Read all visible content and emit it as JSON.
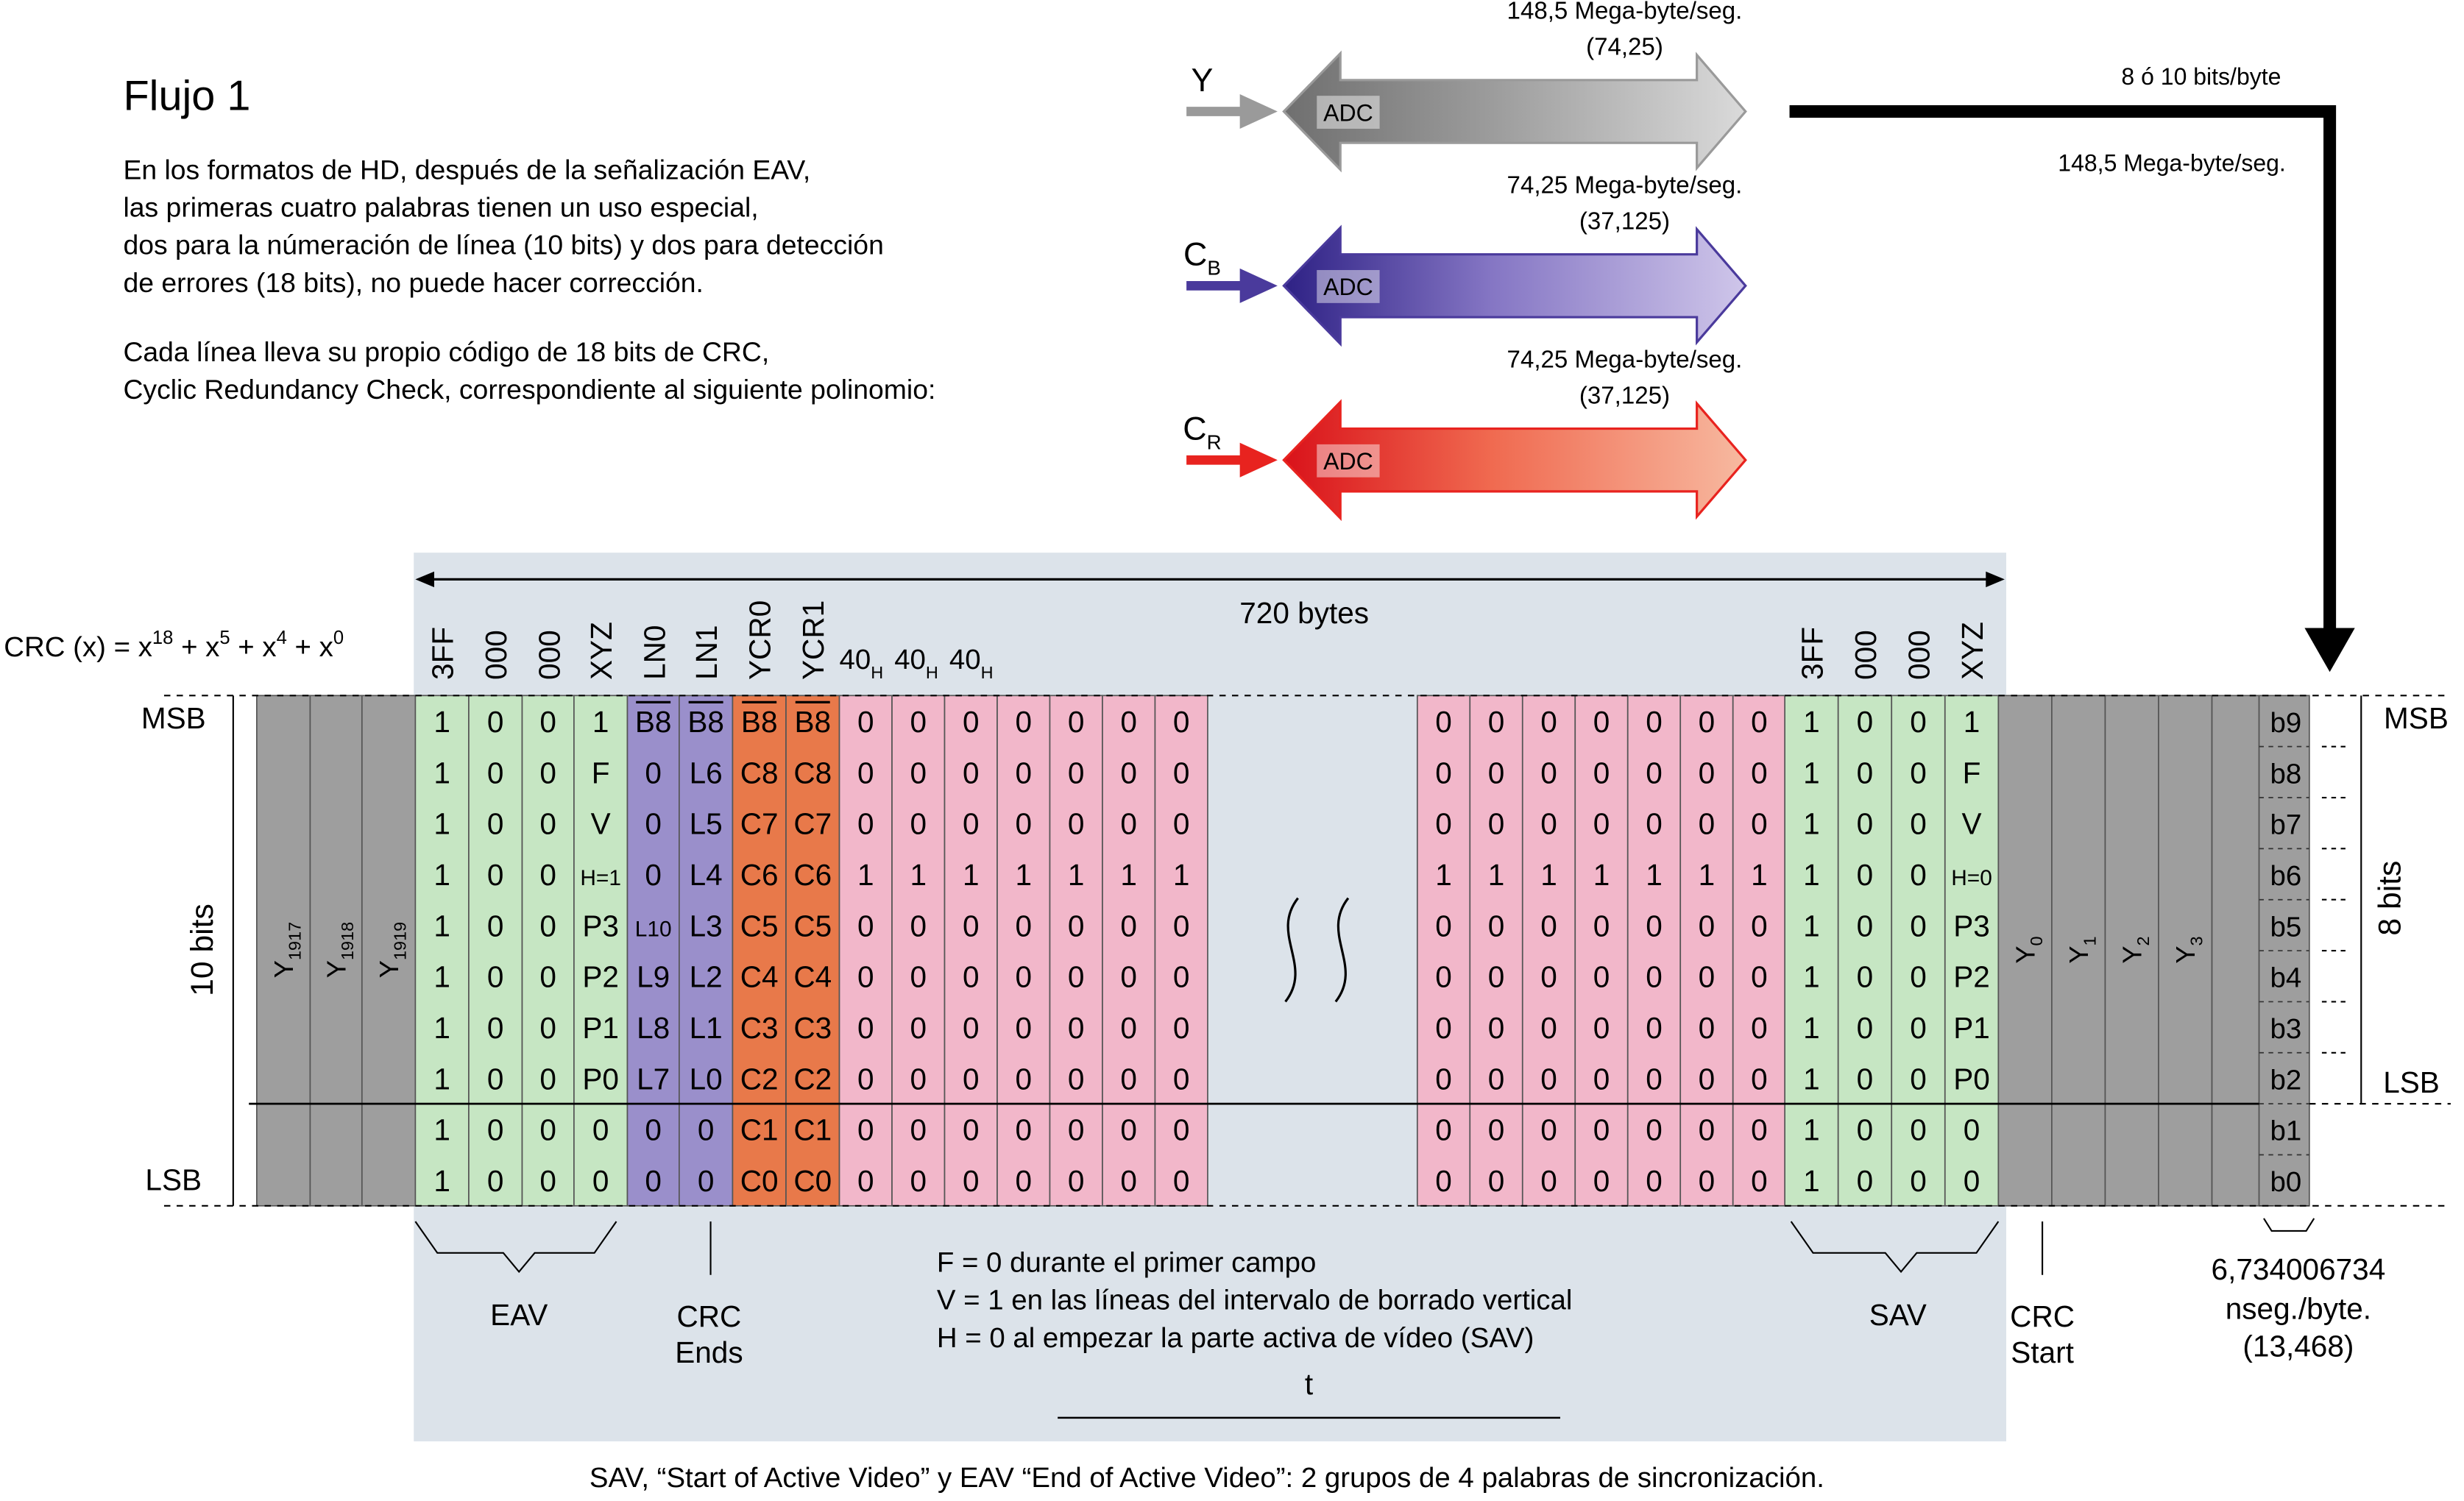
{
  "title": "Flujo 1",
  "intro": [
    "En los formatos de HD, después de la señalización EAV,",
    "las primeras cuatro palabras tienen un uso especial,",
    "dos para la númeración de línea (10 bits) y dos para detección",
    "de errores (18 bits), no puede hacer corrección.",
    "Cada línea lleva su propio código de 18 bits de CRC,",
    "Cyclic Redundancy Check, correspondiente al siguiente polinomio:"
  ],
  "crc_formula": {
    "lhs": "CRC (x) = x",
    "exp18": "18",
    "p1": " + x",
    "exp5": "5",
    "p2": " + x",
    "exp4": "4",
    "p3": " + x",
    "exp0": "0"
  },
  "channels": [
    {
      "label": "Y",
      "sub": "",
      "adc": "ADC",
      "rate": "148,5 Mega-byte/seg.",
      "rate_alt": "(74,25)",
      "color": "#9a9a9a"
    },
    {
      "label": "C",
      "sub": "B",
      "adc": "ADC",
      "rate": "74,25 Mega-byte/seg.",
      "rate_alt": "(37,125)",
      "color": "#4a3a9c"
    },
    {
      "label": "C",
      "sub": "R",
      "adc": "ADC",
      "rate": "74,25 Mega-byte/seg.",
      "rate_alt": "(37,125)",
      "color": "#e8231f"
    }
  ],
  "output": {
    "bits_per_byte": "8 ó 10 bits/byte",
    "rate": "148,5 Mega-byte/seg."
  },
  "width_label": "720 bytes",
  "left_headers": [
    "3FF",
    "000",
    "000",
    "XYZ",
    "LN0",
    "LN1",
    "YCR0",
    "YCR1"
  ],
  "hex40": {
    "base": "40",
    "sub": "H"
  },
  "right_headers": [
    "3FF",
    "000",
    "000",
    "XYZ"
  ],
  "msb": "MSB",
  "lsb": "LSB",
  "ten_bits": "10 bits",
  "eight_bits": "8 bits",
  "y_left": [
    {
      "base": "Y",
      "sub": "1917"
    },
    {
      "base": "Y",
      "sub": "1918"
    },
    {
      "base": "Y",
      "sub": "1919"
    }
  ],
  "y_right": [
    {
      "base": "Y",
      "sub": "0"
    },
    {
      "base": "Y",
      "sub": "1"
    },
    {
      "base": "Y",
      "sub": "2"
    },
    {
      "base": "Y",
      "sub": "3"
    }
  ],
  "bit_labels": [
    "b9",
    "b8",
    "b7",
    "b6",
    "b5",
    "b4",
    "b3",
    "b2",
    "b1",
    "b0"
  ],
  "columns": {
    "eav": [
      [
        "1",
        "1",
        "1",
        "1",
        "1",
        "1",
        "1",
        "1",
        "1",
        "1"
      ],
      [
        "0",
        "0",
        "0",
        "0",
        "0",
        "0",
        "0",
        "0",
        "0",
        "0"
      ],
      [
        "0",
        "0",
        "0",
        "0",
        "0",
        "0",
        "0",
        "0",
        "0",
        "0"
      ],
      [
        "1",
        "F",
        "V",
        "H=1",
        "P3",
        "P2",
        "P1",
        "P0",
        "0",
        "0"
      ]
    ],
    "ln": [
      [
        "B8",
        "0",
        "0",
        "0",
        "L10",
        "L9",
        "L8",
        "L7",
        "0",
        "0"
      ],
      [
        "B8",
        "L6",
        "L5",
        "L4",
        "L3",
        "L2",
        "L1",
        "L0",
        "0",
        "0"
      ]
    ],
    "crc": [
      [
        "B8",
        "C8",
        "C7",
        "C6",
        "C5",
        "C4",
        "C3",
        "C2",
        "C1",
        "C0"
      ],
      [
        "B8",
        "C8",
        "C7",
        "C6",
        "C5",
        "C4",
        "C3",
        "C2",
        "C1",
        "C0"
      ]
    ],
    "anc_pattern": [
      "0",
      "0",
      "0",
      "1",
      "0",
      "0",
      "0",
      "0",
      "0",
      "0"
    ],
    "sav": [
      [
        "1",
        "1",
        "1",
        "1",
        "1",
        "1",
        "1",
        "1",
        "1",
        "1"
      ],
      [
        "0",
        "0",
        "0",
        "0",
        "0",
        "0",
        "0",
        "0",
        "0",
        "0"
      ],
      [
        "0",
        "0",
        "0",
        "0",
        "0",
        "0",
        "0",
        "0",
        "0",
        "0"
      ],
      [
        "1",
        "F",
        "V",
        "H=0",
        "P3",
        "P2",
        "P1",
        "P0",
        "0",
        "0"
      ]
    ]
  },
  "labels_below": {
    "eav": "EAV",
    "crc_ends": [
      "CRC",
      "Ends"
    ],
    "sav": "SAV",
    "crc_start": [
      "CRC",
      "Start"
    ]
  },
  "notes": [
    "F = 0 durante el primer campo",
    "V = 1 en las líneas del intervalo de borrado vertical",
    "H = 0 al empezar la parte activa de vídeo (SAV)"
  ],
  "time_label": "t",
  "period": [
    "6,734006734",
    "nseg./byte.",
    "(13,468)"
  ],
  "caption": "SAV, “Start of Active Video” y EAV “End of Active Video”: 2 grupos de 4 palabras de sincronización.",
  "colors": {
    "panel": "#dce3ea",
    "gray": "#9e9e9e",
    "green": "#c6e6c3",
    "purple": "#9a8fcb",
    "orange": "#e8794a",
    "pink": "#f2b7ca"
  }
}
